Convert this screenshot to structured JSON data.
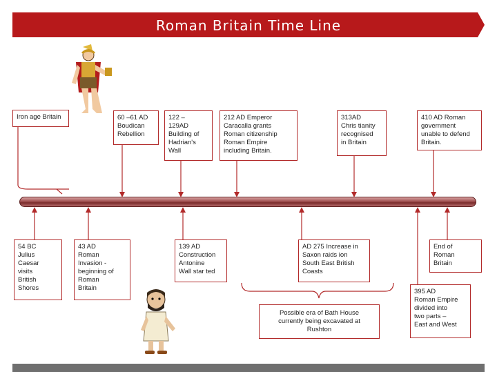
{
  "title": "Roman Britain Time Line",
  "top_events": [
    {
      "text": "Iron age Britain"
    },
    {
      "text": "60 –61 AD\nBoudican\nRebellion"
    },
    {
      "text": "122 –\n129AD\nBuilding of\nHadrian's\nWall"
    },
    {
      "text": "212 AD Emperor\nCaracalla grants\nRoman citizenship\nRoman Empire\nincluding Britain."
    },
    {
      "text": "313AD\nChris tianity\nrecognised\nin Britain"
    },
    {
      "text": "410 AD Roman\ngovernment\nunable to defend\nBritain."
    }
  ],
  "bottom_events": [
    {
      "text": "54 BC\nJulius\nCaesar\nvisits\nBritish\nShores"
    },
    {
      "text": "43 AD\nRoman\nInvasion  -\nbeginning of\nRoman\nBritain"
    },
    {
      "text": "139 AD\nConstruction\nAntonine\nWall star ted"
    },
    {
      "text": "AD 275 Increase in\nSaxon raids ion\nSouth East British\nCoasts"
    },
    {
      "text": "End of\nRoman\nBritain"
    },
    {
      "text": "395 AD\nRoman Empire\ndivided into\ntwo parts –\nEast and West"
    }
  ],
  "bath_house_note": "Possible era of Bath House\ncurrently being excavated at\nRushton",
  "colors": {
    "banner": "#b7191b",
    "box_border": "#b22a2a",
    "rod": "#a05050",
    "bottom_bar": "#6f6f6f"
  },
  "figures": [
    "roman-soldier-icon",
    "briton-man-icon"
  ]
}
